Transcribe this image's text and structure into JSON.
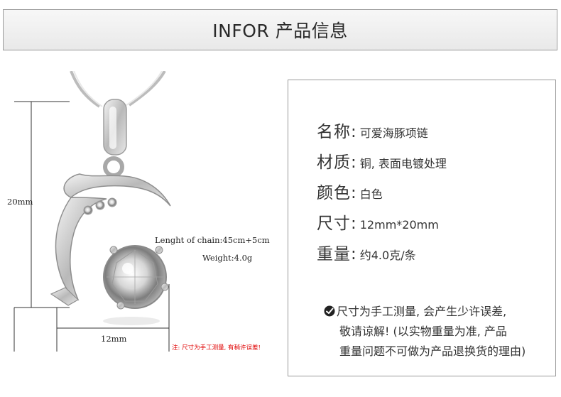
{
  "header": {
    "title": "INFOR 产品信息"
  },
  "product": {
    "height_label": "20mm",
    "width_label": "12mm",
    "chain_length": "Lenght of chain:45cm+5cm",
    "weight": "Weight:4.0g",
    "note": "注: 尺寸为手工测量, 有稍许误差!"
  },
  "specs": [
    {
      "label": "名称:",
      "value": "可爱海豚项链"
    },
    {
      "label": "材质:",
      "value": "铜, 表面电镀处理"
    },
    {
      "label": "颜色:",
      "value": "白色"
    },
    {
      "label": "尺寸:",
      "value": "12mm*20mm"
    },
    {
      "label": "重量:",
      "value": "约4.0克/条"
    }
  ],
  "disclaimer": {
    "line1": "尺寸为手工测量, 会产生少许误差,",
    "line2": "敬请谅解! (以实物重量为准, 产品",
    "line3": "重量问题不可做为产品退换货的理由)"
  },
  "colors": {
    "accent_red": "#e00000",
    "border": "#9a9a9a"
  }
}
